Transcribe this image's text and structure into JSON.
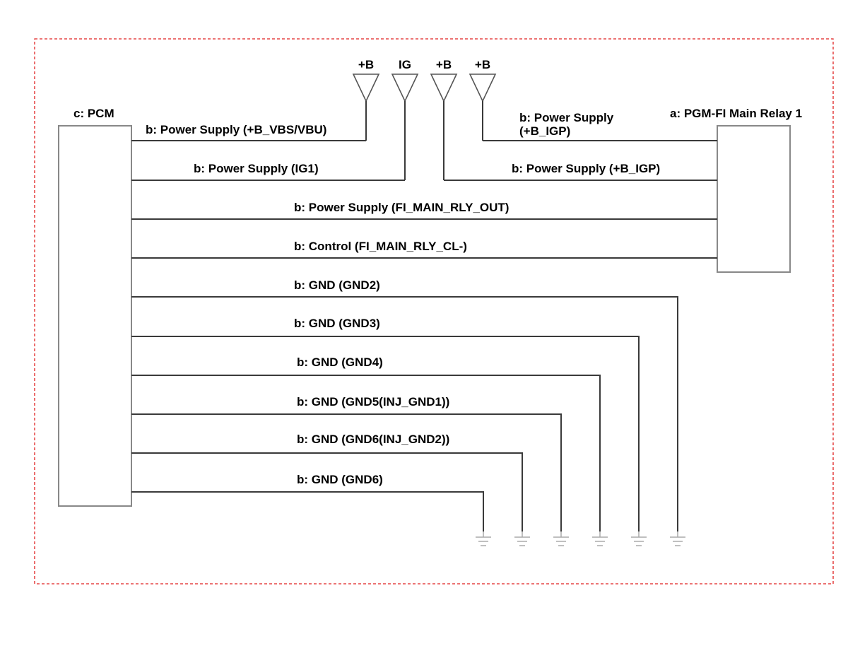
{
  "components": {
    "pcm": "c: PCM",
    "relay": "a: PGM-FI Main Relay 1"
  },
  "sources": [
    "+B",
    "IG",
    "+B",
    "+B"
  ],
  "wires": [
    "b: Power Supply (+B_VBS/VBU)",
    "b: Power Supply (IG1)",
    "b: Power Supply (+B_IGP)",
    "b: Power Supply (FI_MAIN_RLY_OUT)",
    "b: Control (FI_MAIN_RLY_CL-)",
    "b: GND (GND2)",
    "b: GND (GND3)",
    "b: GND (GND4)",
    "b: GND (GND5(INJ_GND1))",
    "b: GND (GND6(INJ_GND2))",
    "b: GND (GND6)"
  ],
  "relay_supply_label": [
    "b: Power Supply",
    "(+B_IGP)"
  ],
  "colors": {
    "border": "#e02020",
    "wire": "#3a3a3a"
  }
}
